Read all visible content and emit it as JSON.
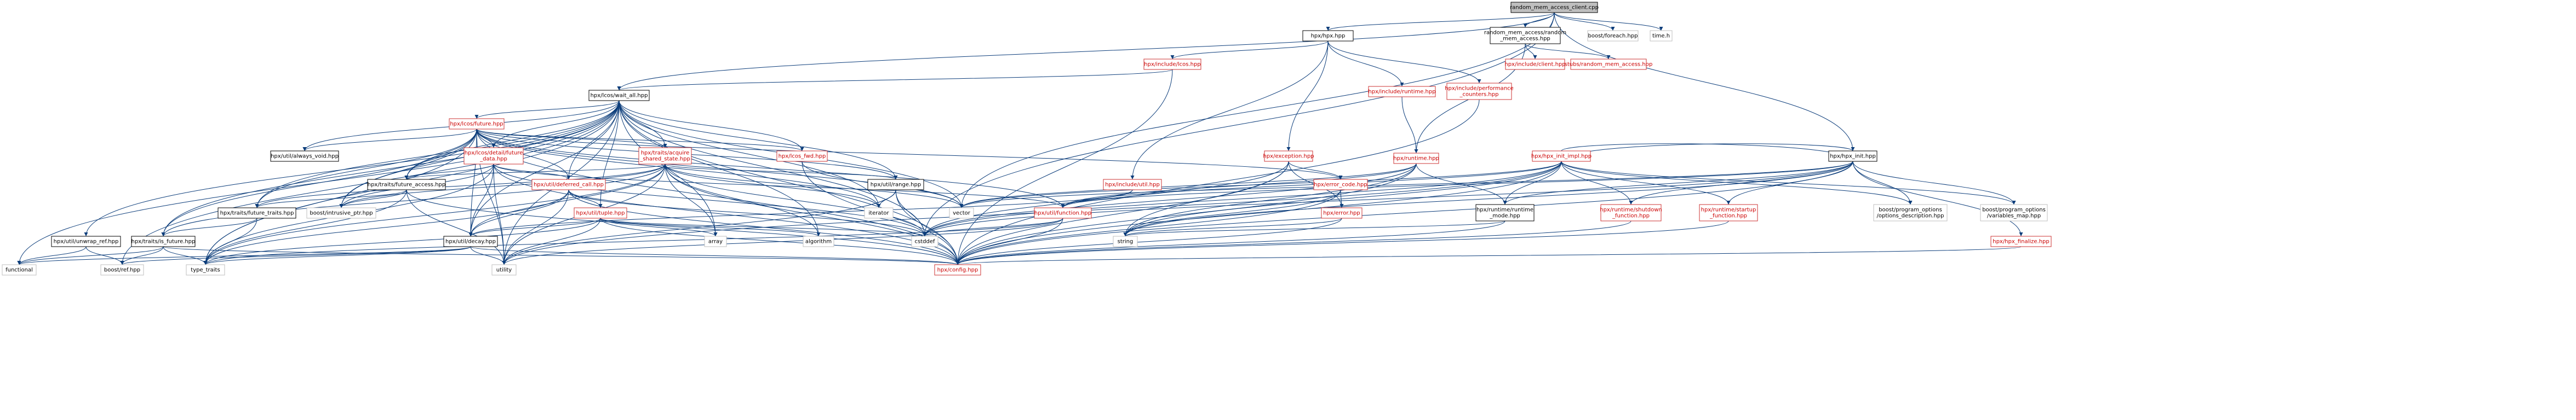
{
  "diagram": {
    "type": "include-dependency-graph",
    "colors": {
      "edge": "#0b3c7a",
      "root_fill": "#bfbfbf",
      "red_border": "#cc3333",
      "red_text": "#cc0000",
      "ext_border": "#bfbfbf"
    },
    "nodes": [
      {
        "id": "root",
        "kind": "root",
        "lines": [
          "random_mem_access_client.cpp"
        ]
      },
      {
        "id": "hpx_hpp",
        "kind": "normal",
        "lines": [
          "hpx/hpx.hpp"
        ]
      },
      {
        "id": "rma_hpp",
        "kind": "normal",
        "lines": [
          "random_mem_access/random",
          "_mem_access.hpp"
        ]
      },
      {
        "id": "boost_foreach",
        "kind": "ext",
        "lines": [
          "boost/foreach.hpp"
        ]
      },
      {
        "id": "time_h",
        "kind": "ext",
        "lines": [
          "time.h"
        ]
      },
      {
        "id": "lcos_hpp",
        "kind": "red",
        "lines": [
          "hpx/include/lcos.hpp"
        ]
      },
      {
        "id": "include_runtime",
        "kind": "red",
        "lines": [
          "hpx/include/runtime.hpp"
        ]
      },
      {
        "id": "perf_counters",
        "kind": "red",
        "lines": [
          "hpx/include/performance",
          "_counters.hpp"
        ]
      },
      {
        "id": "include_client",
        "kind": "red",
        "lines": [
          "hpx/include/client.hpp"
        ]
      },
      {
        "id": "stubs_rma",
        "kind": "red",
        "lines": [
          "stubs/random_mem_access.hpp"
        ]
      },
      {
        "id": "wait_all",
        "kind": "normal",
        "lines": [
          "hpx/lcos/wait_all.hpp"
        ]
      },
      {
        "id": "lcos_future",
        "kind": "red",
        "lines": [
          "hpx/lcos/future.hpp"
        ]
      },
      {
        "id": "exception_hpp",
        "kind": "red",
        "lines": [
          "hpx/exception.hpp"
        ]
      },
      {
        "id": "hpx_init",
        "kind": "normal",
        "lines": [
          "hpx/hpx_init.hpp"
        ]
      },
      {
        "id": "always_void",
        "kind": "normal",
        "lines": [
          "hpx/util/always_void.hpp"
        ]
      },
      {
        "id": "detail_future_data",
        "kind": "red",
        "lines": [
          "hpx/lcos/detail/future",
          "_data.hpp"
        ]
      },
      {
        "id": "traits_acquire",
        "kind": "red",
        "lines": [
          "hpx/traits/acquire",
          "_shared_state.hpp"
        ]
      },
      {
        "id": "lcos_fwd",
        "kind": "red",
        "lines": [
          "hpx/lcos_fwd.hpp"
        ]
      },
      {
        "id": "error_code",
        "kind": "red",
        "lines": [
          "hpx/error_code.hpp"
        ]
      },
      {
        "id": "include_util",
        "kind": "red",
        "lines": [
          "hpx/include/util.hpp"
        ]
      },
      {
        "id": "runtime_hpp",
        "kind": "red",
        "lines": [
          "hpx/runtime.hpp"
        ]
      },
      {
        "id": "hpx_init_impl",
        "kind": "red",
        "lines": [
          "hpx/hpx_init_impl.hpp"
        ]
      },
      {
        "id": "future_access",
        "kind": "normal",
        "lines": [
          "hpx/traits/future_access.hpp"
        ]
      },
      {
        "id": "deferred_call",
        "kind": "red",
        "lines": [
          "hpx/util/deferred_call.hpp"
        ]
      },
      {
        "id": "util_range",
        "kind": "normal",
        "lines": [
          "hpx/util/range.hpp"
        ]
      },
      {
        "id": "util_tuple",
        "kind": "red",
        "lines": [
          "hpx/util/tuple.hpp"
        ]
      },
      {
        "id": "util_function",
        "kind": "red",
        "lines": [
          "hpx/util/function.hpp"
        ]
      },
      {
        "id": "error_hpp",
        "kind": "red",
        "lines": [
          "hpx/error.hpp"
        ]
      },
      {
        "id": "runtime_mode",
        "kind": "normal",
        "lines": [
          "hpx/runtime/runtime",
          "_mode.hpp"
        ]
      },
      {
        "id": "shutdown_fn",
        "kind": "red",
        "lines": [
          "hpx/runtime/shutdown",
          "_function.hpp"
        ]
      },
      {
        "id": "startup_fn",
        "kind": "red",
        "lines": [
          "hpx/runtime/startup",
          "_function.hpp"
        ]
      },
      {
        "id": "po_desc",
        "kind": "ext",
        "lines": [
          "boost/program_options",
          "/options_description.hpp"
        ]
      },
      {
        "id": "po_vmap",
        "kind": "ext",
        "lines": [
          "boost/program_options",
          "/variables_map.hpp"
        ]
      },
      {
        "id": "future_traits",
        "kind": "normal",
        "lines": [
          "hpx/traits/future_traits.hpp"
        ]
      },
      {
        "id": "intrusive_ptr",
        "kind": "ext",
        "lines": [
          "boost/intrusive_ptr.hpp"
        ]
      },
      {
        "id": "iterator",
        "kind": "ext",
        "lines": [
          "iterator"
        ]
      },
      {
        "id": "vector",
        "kind": "ext",
        "lines": [
          "vector"
        ]
      },
      {
        "id": "unwrap_ref",
        "kind": "normal",
        "lines": [
          "hpx/util/unwrap_ref.hpp"
        ]
      },
      {
        "id": "is_future",
        "kind": "normal",
        "lines": [
          "hpx/traits/is_future.hpp"
        ]
      },
      {
        "id": "util_decay",
        "kind": "normal",
        "lines": [
          "hpx/util/decay.hpp"
        ]
      },
      {
        "id": "array",
        "kind": "ext",
        "lines": [
          "array"
        ]
      },
      {
        "id": "algorithm",
        "kind": "ext",
        "lines": [
          "algorithm"
        ]
      },
      {
        "id": "cstddef",
        "kind": "ext",
        "lines": [
          "cstddef"
        ]
      },
      {
        "id": "string",
        "kind": "ext",
        "lines": [
          "string"
        ]
      },
      {
        "id": "hpx_finalize",
        "kind": "red",
        "lines": [
          "hpx/hpx_finalize.hpp"
        ]
      },
      {
        "id": "functional",
        "kind": "ext",
        "lines": [
          "functional"
        ]
      },
      {
        "id": "boost_ref",
        "kind": "ext",
        "lines": [
          "boost/ref.hpp"
        ]
      },
      {
        "id": "type_traits",
        "kind": "ext",
        "lines": [
          "type_traits"
        ]
      },
      {
        "id": "utility",
        "kind": "ext",
        "lines": [
          "utility"
        ]
      },
      {
        "id": "config_hpp",
        "kind": "red",
        "lines": [
          "hpx/config.hpp"
        ]
      }
    ],
    "edges": [
      [
        "root",
        "hpx_hpp"
      ],
      [
        "root",
        "rma_hpp"
      ],
      [
        "root",
        "boost_foreach"
      ],
      [
        "root",
        "time_h"
      ],
      [
        "root",
        "wait_all"
      ],
      [
        "root",
        "hpx_init"
      ],
      [
        "root",
        "vector"
      ],
      [
        "root",
        "cstddef"
      ],
      [
        "hpx_hpp",
        "lcos_hpp"
      ],
      [
        "hpx_hpp",
        "include_runtime"
      ],
      [
        "hpx_hpp",
        "perf_counters"
      ],
      [
        "hpx_hpp",
        "exception_hpp"
      ],
      [
        "hpx_hpp",
        "include_util"
      ],
      [
        "rma_hpp",
        "include_client"
      ],
      [
        "rma_hpp",
        "stubs_rma"
      ],
      [
        "rma_hpp",
        "runtime_hpp"
      ],
      [
        "lcos_hpp",
        "wait_all"
      ],
      [
        "lcos_hpp",
        "config_hpp"
      ],
      [
        "include_runtime",
        "runtime_hpp"
      ],
      [
        "perf_counters",
        "config_hpp"
      ],
      [
        "wait_all",
        "lcos_future"
      ],
      [
        "wait_all",
        "always_void"
      ],
      [
        "wait_all",
        "detail_future_data"
      ],
      [
        "wait_all",
        "traits_acquire"
      ],
      [
        "wait_all",
        "lcos_fwd"
      ],
      [
        "wait_all",
        "future_access"
      ],
      [
        "wait_all",
        "deferred_call"
      ],
      [
        "wait_all",
        "util_range"
      ],
      [
        "wait_all",
        "future_traits"
      ],
      [
        "wait_all",
        "intrusive_ptr"
      ],
      [
        "wait_all",
        "iterator"
      ],
      [
        "wait_all",
        "vector"
      ],
      [
        "wait_all",
        "unwrap_ref"
      ],
      [
        "wait_all",
        "is_future"
      ],
      [
        "wait_all",
        "util_decay"
      ],
      [
        "wait_all",
        "util_tuple"
      ],
      [
        "wait_all",
        "array"
      ],
      [
        "wait_all",
        "cstddef"
      ],
      [
        "wait_all",
        "functional"
      ],
      [
        "wait_all",
        "boost_ref"
      ],
      [
        "wait_all",
        "type_traits"
      ],
      [
        "wait_all",
        "utility"
      ],
      [
        "wait_all",
        "config_hpp"
      ],
      [
        "wait_all",
        "algorithm"
      ],
      [
        "lcos_future",
        "always_void"
      ],
      [
        "lcos_future",
        "detail_future_data"
      ],
      [
        "lcos_future",
        "traits_acquire"
      ],
      [
        "lcos_future",
        "lcos_fwd"
      ],
      [
        "lcos_future",
        "error_code"
      ],
      [
        "lcos_future",
        "future_access"
      ],
      [
        "lcos_future",
        "future_traits"
      ],
      [
        "lcos_future",
        "is_future"
      ],
      [
        "lcos_future",
        "util_decay"
      ],
      [
        "lcos_future",
        "intrusive_ptr"
      ],
      [
        "lcos_future",
        "util_function"
      ],
      [
        "lcos_future",
        "iterator"
      ],
      [
        "lcos_future",
        "type_traits"
      ],
      [
        "lcos_future",
        "utility"
      ],
      [
        "lcos_future",
        "config_hpp"
      ],
      [
        "lcos_future",
        "vector"
      ],
      [
        "lcos_future",
        "deferred_call"
      ],
      [
        "lcos_future",
        "util_range"
      ],
      [
        "detail_future_data",
        "future_access"
      ],
      [
        "detail_future_data",
        "deferred_call"
      ],
      [
        "detail_future_data",
        "intrusive_ptr"
      ],
      [
        "detail_future_data",
        "util_decay"
      ],
      [
        "detail_future_data",
        "cstddef"
      ],
      [
        "detail_future_data",
        "utility"
      ],
      [
        "detail_future_data",
        "type_traits"
      ],
      [
        "detail_future_data",
        "config_hpp"
      ],
      [
        "detail_future_data",
        "util_function"
      ],
      [
        "traits_acquire",
        "future_access"
      ],
      [
        "traits_acquire",
        "util_range"
      ],
      [
        "traits_acquire",
        "intrusive_ptr"
      ],
      [
        "traits_acquire",
        "iterator"
      ],
      [
        "traits_acquire",
        "vector"
      ],
      [
        "traits_acquire",
        "util_decay"
      ],
      [
        "traits_acquire",
        "algorithm"
      ],
      [
        "traits_acquire",
        "cstddef"
      ],
      [
        "traits_acquire",
        "type_traits"
      ],
      [
        "traits_acquire",
        "utility"
      ],
      [
        "traits_acquire",
        "config_hpp"
      ],
      [
        "traits_acquire",
        "future_traits"
      ],
      [
        "traits_acquire",
        "is_future"
      ],
      [
        "traits_acquire",
        "array"
      ],
      [
        "lcos_fwd",
        "config_hpp"
      ],
      [
        "lcos_fwd",
        "vector"
      ],
      [
        "error_code",
        "error_hpp"
      ],
      [
        "error_code",
        "string"
      ],
      [
        "error_code",
        "config_hpp"
      ],
      [
        "exception_hpp",
        "error_code"
      ],
      [
        "exception_hpp",
        "error_hpp"
      ],
      [
        "exception_hpp",
        "string"
      ],
      [
        "exception_hpp",
        "config_hpp"
      ],
      [
        "exception_hpp",
        "cstddef"
      ],
      [
        "include_util",
        "util_function"
      ],
      [
        "include_util",
        "util_decay"
      ],
      [
        "runtime_hpp",
        "runtime_mode"
      ],
      [
        "runtime_hpp",
        "util_function"
      ],
      [
        "runtime_hpp",
        "vector"
      ],
      [
        "runtime_hpp",
        "string"
      ],
      [
        "runtime_hpp",
        "config_hpp"
      ],
      [
        "runtime_hpp",
        "cstddef"
      ],
      [
        "hpx_init",
        "hpx_init_impl"
      ],
      [
        "hpx_init",
        "runtime_mode"
      ],
      [
        "hpx_init",
        "shutdown_fn"
      ],
      [
        "hpx_init",
        "startup_fn"
      ],
      [
        "hpx_init",
        "po_desc"
      ],
      [
        "hpx_init",
        "po_vmap"
      ],
      [
        "hpx_init",
        "hpx_finalize"
      ],
      [
        "hpx_init",
        "util_function"
      ],
      [
        "hpx_init",
        "string"
      ],
      [
        "hpx_init",
        "vector"
      ],
      [
        "hpx_init",
        "cstddef"
      ],
      [
        "hpx_init",
        "config_hpp"
      ],
      [
        "hpx_init_impl",
        "hpx_init"
      ],
      [
        "hpx_init_impl",
        "runtime_mode"
      ],
      [
        "hpx_init_impl",
        "shutdown_fn"
      ],
      [
        "hpx_init_impl",
        "startup_fn"
      ],
      [
        "hpx_init_impl",
        "po_desc"
      ],
      [
        "hpx_init_impl",
        "po_vmap"
      ],
      [
        "hpx_init_impl",
        "util_function"
      ],
      [
        "hpx_init_impl",
        "string"
      ],
      [
        "hpx_init_impl",
        "vector"
      ],
      [
        "hpx_init_impl",
        "cstddef"
      ],
      [
        "hpx_init_impl",
        "config_hpp"
      ],
      [
        "hpx_init_impl",
        "utility"
      ],
      [
        "future_access",
        "future_traits"
      ],
      [
        "future_access",
        "intrusive_ptr"
      ],
      [
        "future_access",
        "type_traits"
      ],
      [
        "future_access",
        "utility"
      ],
      [
        "future_access",
        "config_hpp"
      ],
      [
        "deferred_call",
        "util_tuple"
      ],
      [
        "deferred_call",
        "util_decay"
      ],
      [
        "deferred_call",
        "cstddef"
      ],
      [
        "deferred_call",
        "type_traits"
      ],
      [
        "deferred_call",
        "utility"
      ],
      [
        "deferred_call",
        "config_hpp"
      ],
      [
        "util_range",
        "iterator"
      ],
      [
        "util_range",
        "cstddef"
      ],
      [
        "util_range",
        "utility"
      ],
      [
        "util_range",
        "config_hpp"
      ],
      [
        "util_tuple",
        "util_decay"
      ],
      [
        "util_tuple",
        "array"
      ],
      [
        "util_tuple",
        "algorithm"
      ],
      [
        "util_tuple",
        "cstddef"
      ],
      [
        "util_tuple",
        "type_traits"
      ],
      [
        "util_tuple",
        "utility"
      ],
      [
        "util_tuple",
        "config_hpp"
      ],
      [
        "util_function",
        "cstddef"
      ],
      [
        "util_function",
        "type_traits"
      ],
      [
        "util_function",
        "utility"
      ],
      [
        "util_function",
        "config_hpp"
      ],
      [
        "error_hpp",
        "string"
      ],
      [
        "error_hpp",
        "config_hpp"
      ],
      [
        "runtime_mode",
        "string"
      ],
      [
        "runtime_mode",
        "config_hpp"
      ],
      [
        "shutdown_fn",
        "config_hpp"
      ],
      [
        "startup_fn",
        "config_hpp"
      ],
      [
        "hpx_finalize",
        "config_hpp"
      ],
      [
        "future_traits",
        "is_future"
      ],
      [
        "future_traits",
        "type_traits"
      ],
      [
        "unwrap_ref",
        "functional"
      ],
      [
        "unwrap_ref",
        "boost_ref"
      ],
      [
        "is_future",
        "functional"
      ],
      [
        "is_future",
        "boost_ref"
      ],
      [
        "is_future",
        "type_traits"
      ],
      [
        "is_future",
        "config_hpp"
      ],
      [
        "util_decay",
        "functional"
      ],
      [
        "util_decay",
        "boost_ref"
      ],
      [
        "util_decay",
        "type_traits"
      ],
      [
        "util_decay",
        "utility"
      ],
      [
        "util_decay",
        "config_hpp"
      ]
    ]
  }
}
